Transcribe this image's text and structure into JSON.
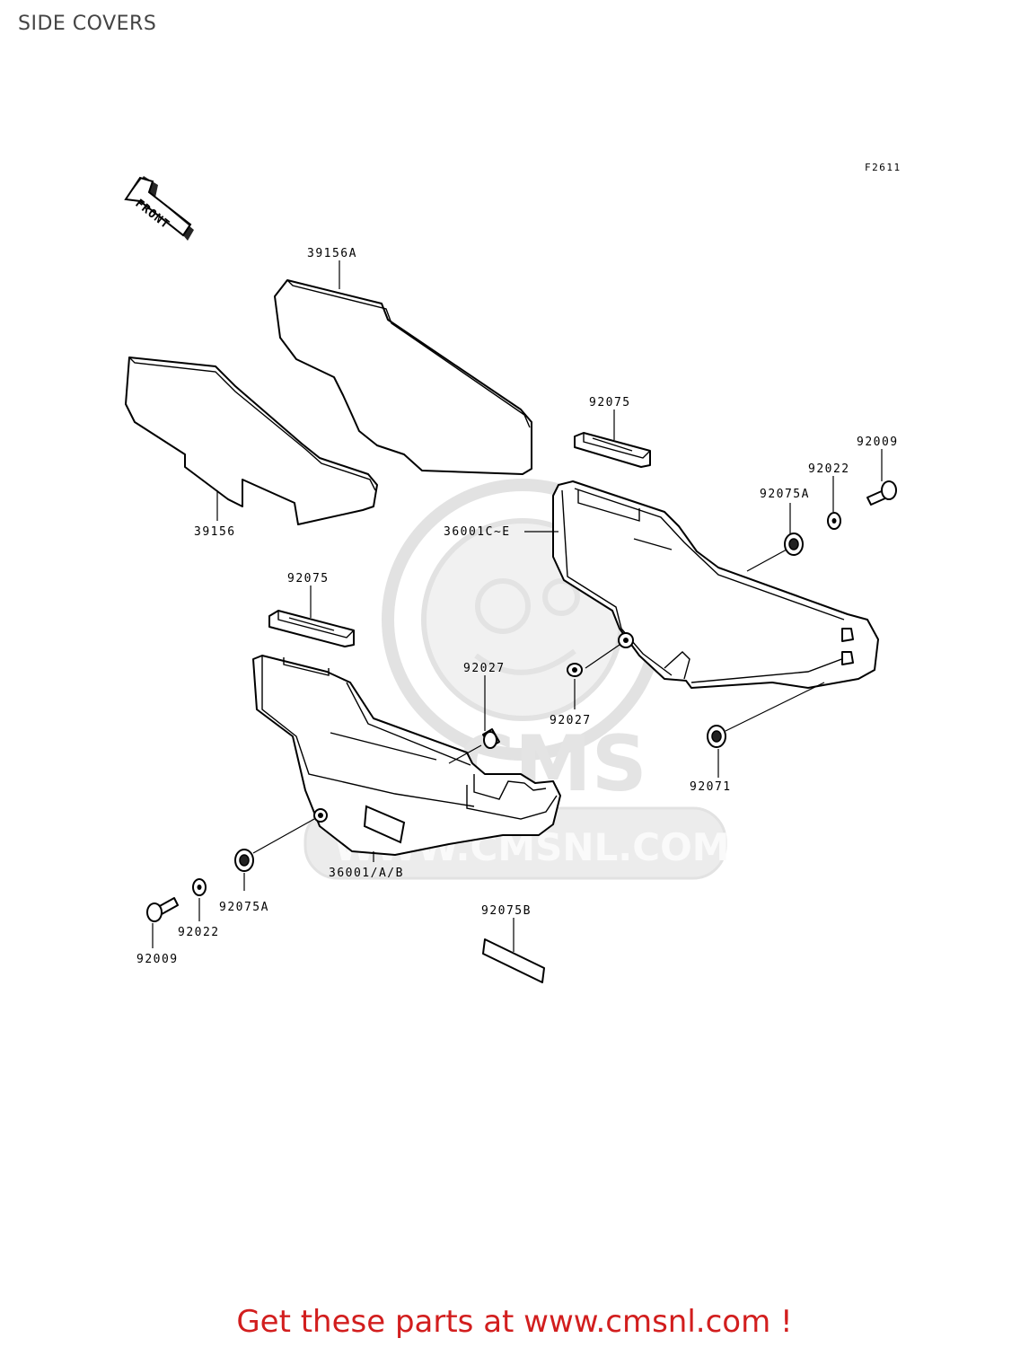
{
  "page": {
    "title": "SIDE COVERS",
    "figure_code": "F2611",
    "footer": "Get these parts at www.cmsnl.com !"
  },
  "watermark": {
    "logo_text": "CMS",
    "url_text": "WWW.CMSNL.COM"
  },
  "front_arrow_label": "FRONT",
  "callouts": {
    "pad_upper": "39156A",
    "pad_lower": "39156",
    "strip_upper": "92075",
    "strip_lower": "92075",
    "cover_right": "36001C~E",
    "cover_left": "36001/A/B",
    "bolt_right": "92009",
    "washer_right": "92022",
    "grommet_right": "92075A",
    "collar_center": "92027",
    "collar_right": "92027",
    "grommet_rear": "92071",
    "grommet_left": "92075A",
    "washer_left": "92022",
    "bolt_left": "92009",
    "pad_small": "92075B"
  }
}
